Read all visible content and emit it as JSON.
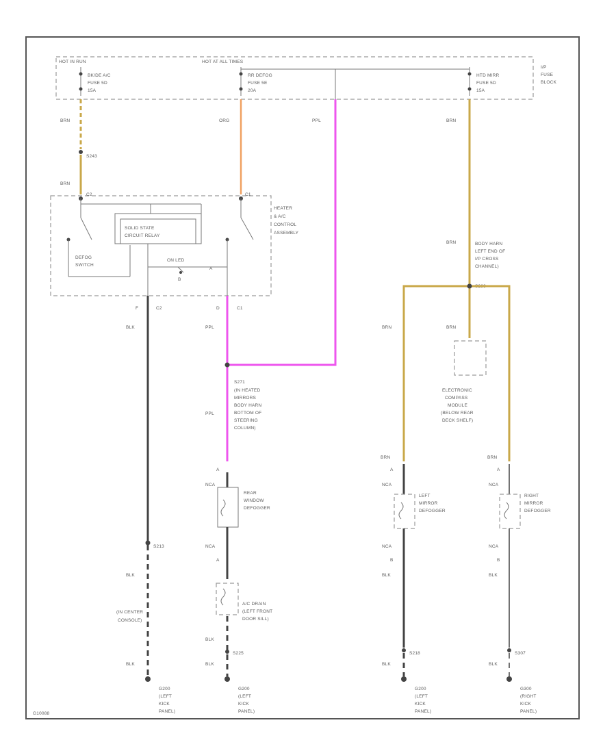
{
  "colors": {
    "brn": "#c9a84a",
    "org": "#f0a060",
    "ppl": "#ee55ee",
    "blk": "#444444",
    "frame": "#555555"
  },
  "fuse_block": {
    "hot_in_run": "HOT IN RUN",
    "hot_at_all_times": "HOT AT ALL TIMES",
    "block_name": [
      "I/P",
      "FUSE",
      "BLOCK"
    ],
    "fuse1": [
      "BK/DE A/C",
      "FUSE 5D",
      "15A"
    ],
    "fuse2": [
      "RR DEFOG",
      "FUSE 5E",
      "20A"
    ],
    "fuse3": [
      "HTD MIRR",
      "FUSE 5D",
      "15A"
    ]
  },
  "wire_labels": {
    "brn": "BRN",
    "org": "ORG",
    "ppl": "PPL",
    "blk": "BLK",
    "nca": "NCA"
  },
  "splices": {
    "s243": "S243",
    "s271": "S271",
    "s213": "S213",
    "s225": "S225",
    "s218": "S218",
    "s307": "S307"
  },
  "control": {
    "name": [
      "HEATER",
      "& A/C",
      "CONTROL",
      "ASSEMBLY"
    ],
    "switch": [
      "DEFOG",
      "SWITCH"
    ],
    "relay": [
      "SOLID STATE",
      "CIRCUIT RELAY"
    ],
    "led": "ON LED",
    "pin_a": "A",
    "pin_b": "B",
    "pin_c2": "C2",
    "pin_c1": "C1",
    "pin_f": "F",
    "pin_d": "D"
  },
  "splice_notes": {
    "s271": [
      "(IN HEATED",
      "MIRRORS",
      "BODY HARN",
      "BOTTOM OF",
      "STEERING",
      "COLUMN)"
    ],
    "body_harn": [
      "BODY HARN",
      "LEFT END OF",
      "I/P CROSS",
      "CHANNEL)"
    ],
    "s283": "S283",
    "s203": [
      "(IN CENTER",
      "CONSOLE)"
    ]
  },
  "components": {
    "compass": [
      "ELECTRONIC",
      "COMPASS",
      "MODULE",
      "(BELOW REAR",
      "DECK SHELF)"
    ],
    "rear_defog": [
      "REAR",
      "WINDOW",
      "DEFOGGER"
    ],
    "left_mirror": [
      "LEFT",
      "MIRROR",
      "DEFOGGER"
    ],
    "right_mirror": [
      "RIGHT",
      "MIRROR",
      "DEFOGGER"
    ],
    "ac_drain": [
      "A/C DRAIN",
      "(LEFT FRONT",
      "DOOR SILL)"
    ]
  },
  "grounds": {
    "g1": [
      "G200",
      "(LEFT",
      "KICK",
      "PANEL)"
    ],
    "g2": [
      "G200",
      "(LEFT",
      "KICK",
      "PANEL)"
    ],
    "g3": [
      "G200",
      "(LEFT",
      "KICK",
      "PANEL)"
    ],
    "g4": [
      "G300",
      "(RIGHT",
      "KICK",
      "PANEL)"
    ]
  },
  "pins": {
    "a": "A",
    "b": "B"
  },
  "footer_code": "G10088"
}
